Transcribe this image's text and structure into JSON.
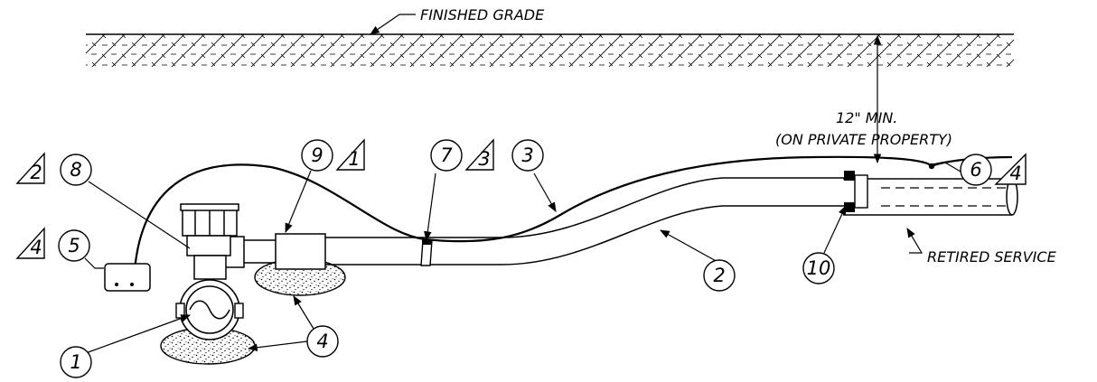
{
  "labels": {
    "finished_grade": "FINISHED GRADE",
    "min_depth": "12\" MIN.",
    "private_property": "(ON PRIVATE PROPERTY)",
    "retired_service": "RETIRED SERVICE"
  },
  "callouts": [
    {
      "id": "c1",
      "type": "circle",
      "text": "1"
    },
    {
      "id": "c2",
      "type": "circle",
      "text": "2"
    },
    {
      "id": "c3",
      "type": "circle",
      "text": "3"
    },
    {
      "id": "c4a",
      "type": "circle",
      "text": "4"
    },
    {
      "id": "c5",
      "type": "circle",
      "text": "5"
    },
    {
      "id": "c6",
      "type": "circle",
      "text": "6"
    },
    {
      "id": "c7",
      "type": "circle",
      "text": "7"
    },
    {
      "id": "c8",
      "type": "circle",
      "text": "8"
    },
    {
      "id": "c9",
      "type": "circle",
      "text": "9"
    },
    {
      "id": "c10",
      "type": "circle",
      "text": "10"
    },
    {
      "id": "t2",
      "type": "triangle",
      "text": "2"
    },
    {
      "id": "t4a",
      "type": "triangle",
      "text": "4"
    },
    {
      "id": "t1",
      "type": "triangle",
      "text": "1"
    },
    {
      "id": "t3",
      "type": "triangle",
      "text": "3"
    },
    {
      "id": "t4b",
      "type": "triangle",
      "text": "4"
    }
  ]
}
